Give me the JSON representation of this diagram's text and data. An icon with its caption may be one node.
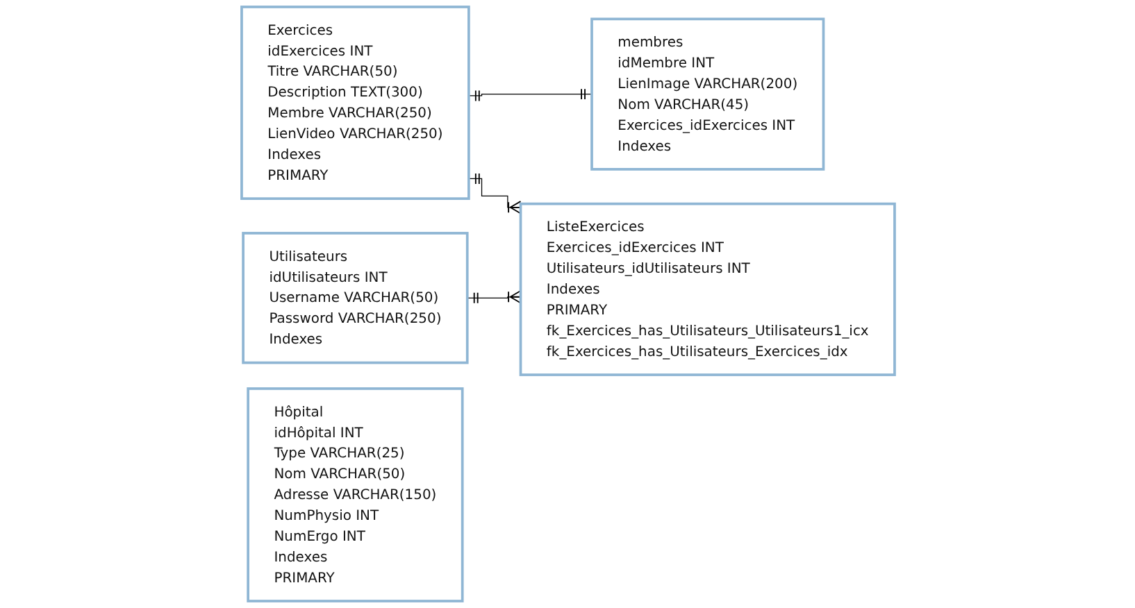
{
  "diagram": {
    "nodes": [
      {
        "text": [
          "membres",
          "idMembre INT",
          "LienImage VARCHAR(200)",
          "Nom VARCHAR(45)",
          "Exercices_idExercices INT",
          "Indexes"
        ]
      },
      {
        "text": [
          "Exercices",
          "idExercices INT",
          "Titre VARCHAR(50)",
          "Description TEXT(300)",
          "Membre VARCHAR(250)",
          "LienVideo VARCHAR(250)",
          "Indexes",
          "PRIMARY"
        ]
      },
      {
        "text": [
          "Utilisateurs",
          "idUtilisateurs INT",
          "Username VARCHAR(50)",
          "Password VARCHAR(250)",
          "Indexes"
        ]
      },
      {
        "text": [
          "ListeExercices",
          "Exercices_idExercices INT",
          "Utilisateurs_idUtilisateurs INT",
          "Indexes",
          "PRIMARY",
          "fk_Exercices_has_Utilisateurs_Utilisateurs1_icx",
          "fk_Exercices_has_Utilisateurs_Exercices_idx"
        ]
      },
      {
        "text": [
          "Hôpital",
          "idHôpital INT",
          "Type VARCHAR(25)",
          "Nom VARCHAR(50)",
          "Adresse VARCHAR(150)",
          "NumPhysio INT",
          "NumErgo INT",
          "Indexes",
          "PRIMARY"
        ]
      }
    ],
    "edges": [
      {
        "from": 1,
        "to": 0,
        "arrow": "other"
      },
      {
        "from": 1,
        "to": 3,
        "arrow": "other"
      },
      {
        "from": 2,
        "to": 3,
        "arrow": "other"
      }
    ]
  }
}
